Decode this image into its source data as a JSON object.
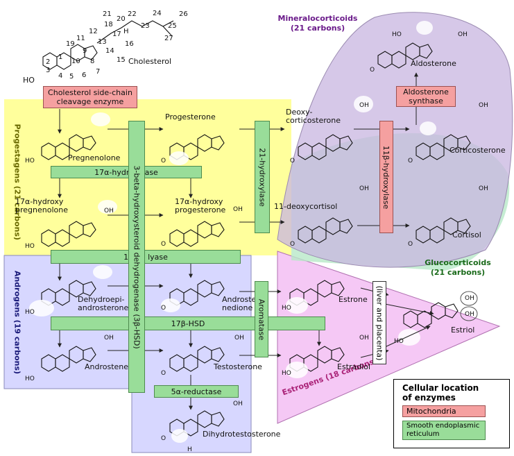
{
  "colors": {
    "progestagen_bg": "#ffff9c",
    "androgen_bg": "#d7d7ff",
    "estrogen_bg": "#f5c8f5",
    "mineralocorticoid_bg": "#c5b0dd",
    "glucocorticoid_bg": "#b0e5c5",
    "smooth_er": "#99dd99",
    "mitochondria": "#f5a0a0",
    "title_purple": "#6a1a8a",
    "title_green": "#1a6a1a",
    "title_navy": "#1a1a7a",
    "title_olive": "#6a6a00",
    "title_magenta": "#aa2277"
  },
  "groups": {
    "mineralocorticoids": "Mineralocorticoids",
    "mineralocorticoids_carbons": "(21 carbons)",
    "glucocorticoids": "Glucocorticoids",
    "glucocorticoids_carbons": "(21 carbons)",
    "progestagens": "Progestagens (21 carbons)",
    "androgens": "Androgens (19 carbons)",
    "estrogens": "Estrogens (18 carbons)"
  },
  "compounds": {
    "cholesterol": "Cholesterol",
    "pregnenolone": "Pregnenolone",
    "progesterone": "Progesterone",
    "deoxycorticosterone": "Deoxy-\ncorticosterone",
    "corticosterone": "Corticosterone",
    "aldosterone": "Aldosterone",
    "hydroxypregnenolone": "17α-hydroxy\npregnenolone",
    "hydroxyprogesterone": "17α-hydroxy\nprogesterone",
    "deoxycortisol": "11-deoxycortisol",
    "cortisol": "Cortisol",
    "dhea": "Dehydroepi-\nandrosterone",
    "androstenedione": "Androste-\nnedione",
    "estrone": "Estrone",
    "estriol": "Estriol",
    "androstenediol": "Androstenediol",
    "testosterone": "Testosterone",
    "estradiol": "Estradiol",
    "dht": "Dihydrotestosterone"
  },
  "enzymes": {
    "side_chain_cleavage": "Cholesterol side-chain\ncleavage enzyme",
    "aldosterone_synthase": "Aldosterone\nsynthase",
    "hydroxylase_17a": "17α-hydroxylase",
    "lyase_17_20": "17,20 lyase",
    "hsd_3b": "3-beta-hydroxysteroid dehydrogenase (3β-HSD)",
    "hydroxylase_21": "21-hydroxylase",
    "hydroxylase_11b": "11β-hydroxylase",
    "aromatase": "Aromatase",
    "hsd_17b": "17β-HSD",
    "reductase_5a": "5α-reductase",
    "liver_placenta": "(liver and placenta)"
  },
  "legend": {
    "title": "Cellular location\nof enzymes",
    "mitochondria": "Mitochondria",
    "smooth_er": "Smooth endoplasmic\nreticulum"
  },
  "cholesterol_numbers": [
    "1",
    "2",
    "3",
    "4",
    "5",
    "6",
    "7",
    "8",
    "9",
    "10",
    "11",
    "12",
    "13",
    "14",
    "15",
    "16",
    "17",
    "18",
    "19",
    "20",
    "21",
    "22",
    "23",
    "24",
    "25",
    "26",
    "27"
  ],
  "atoms": {
    "ho": "HO",
    "h": "H",
    "o": "O",
    "oh": "OH"
  }
}
